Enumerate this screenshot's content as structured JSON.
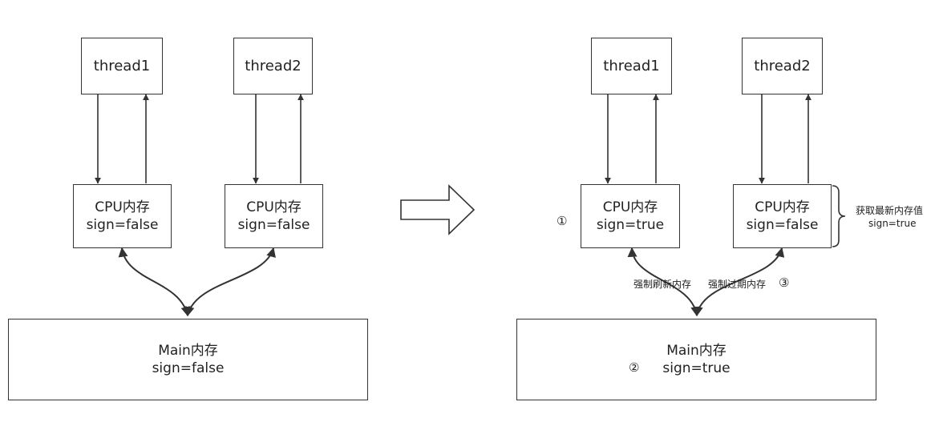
{
  "left": {
    "thread1": "thread1",
    "thread2": "thread2",
    "cpu1": {
      "title": "CPU内存",
      "value": "sign=false"
    },
    "cpu2": {
      "title": "CPU内存",
      "value": "sign=false"
    },
    "main": {
      "title": "Main内存",
      "value": "sign=false"
    }
  },
  "right": {
    "thread1": "thread1",
    "thread2": "thread2",
    "cpu1": {
      "title": "CPU内存",
      "value": "sign=true"
    },
    "cpu2": {
      "title": "CPU内存",
      "value": "sign=false"
    },
    "main": {
      "title": "Main内存",
      "value": "sign=true"
    },
    "markers": {
      "one": "①",
      "two": "②",
      "three": "③"
    },
    "labels": {
      "flush": "强制刷新内存",
      "expire": "强制过期内存",
      "fetch_line1": "获取最新内存值",
      "fetch_line2": "sign=true"
    }
  },
  "colors": {
    "stroke": "#333333",
    "background": "#ffffff"
  }
}
